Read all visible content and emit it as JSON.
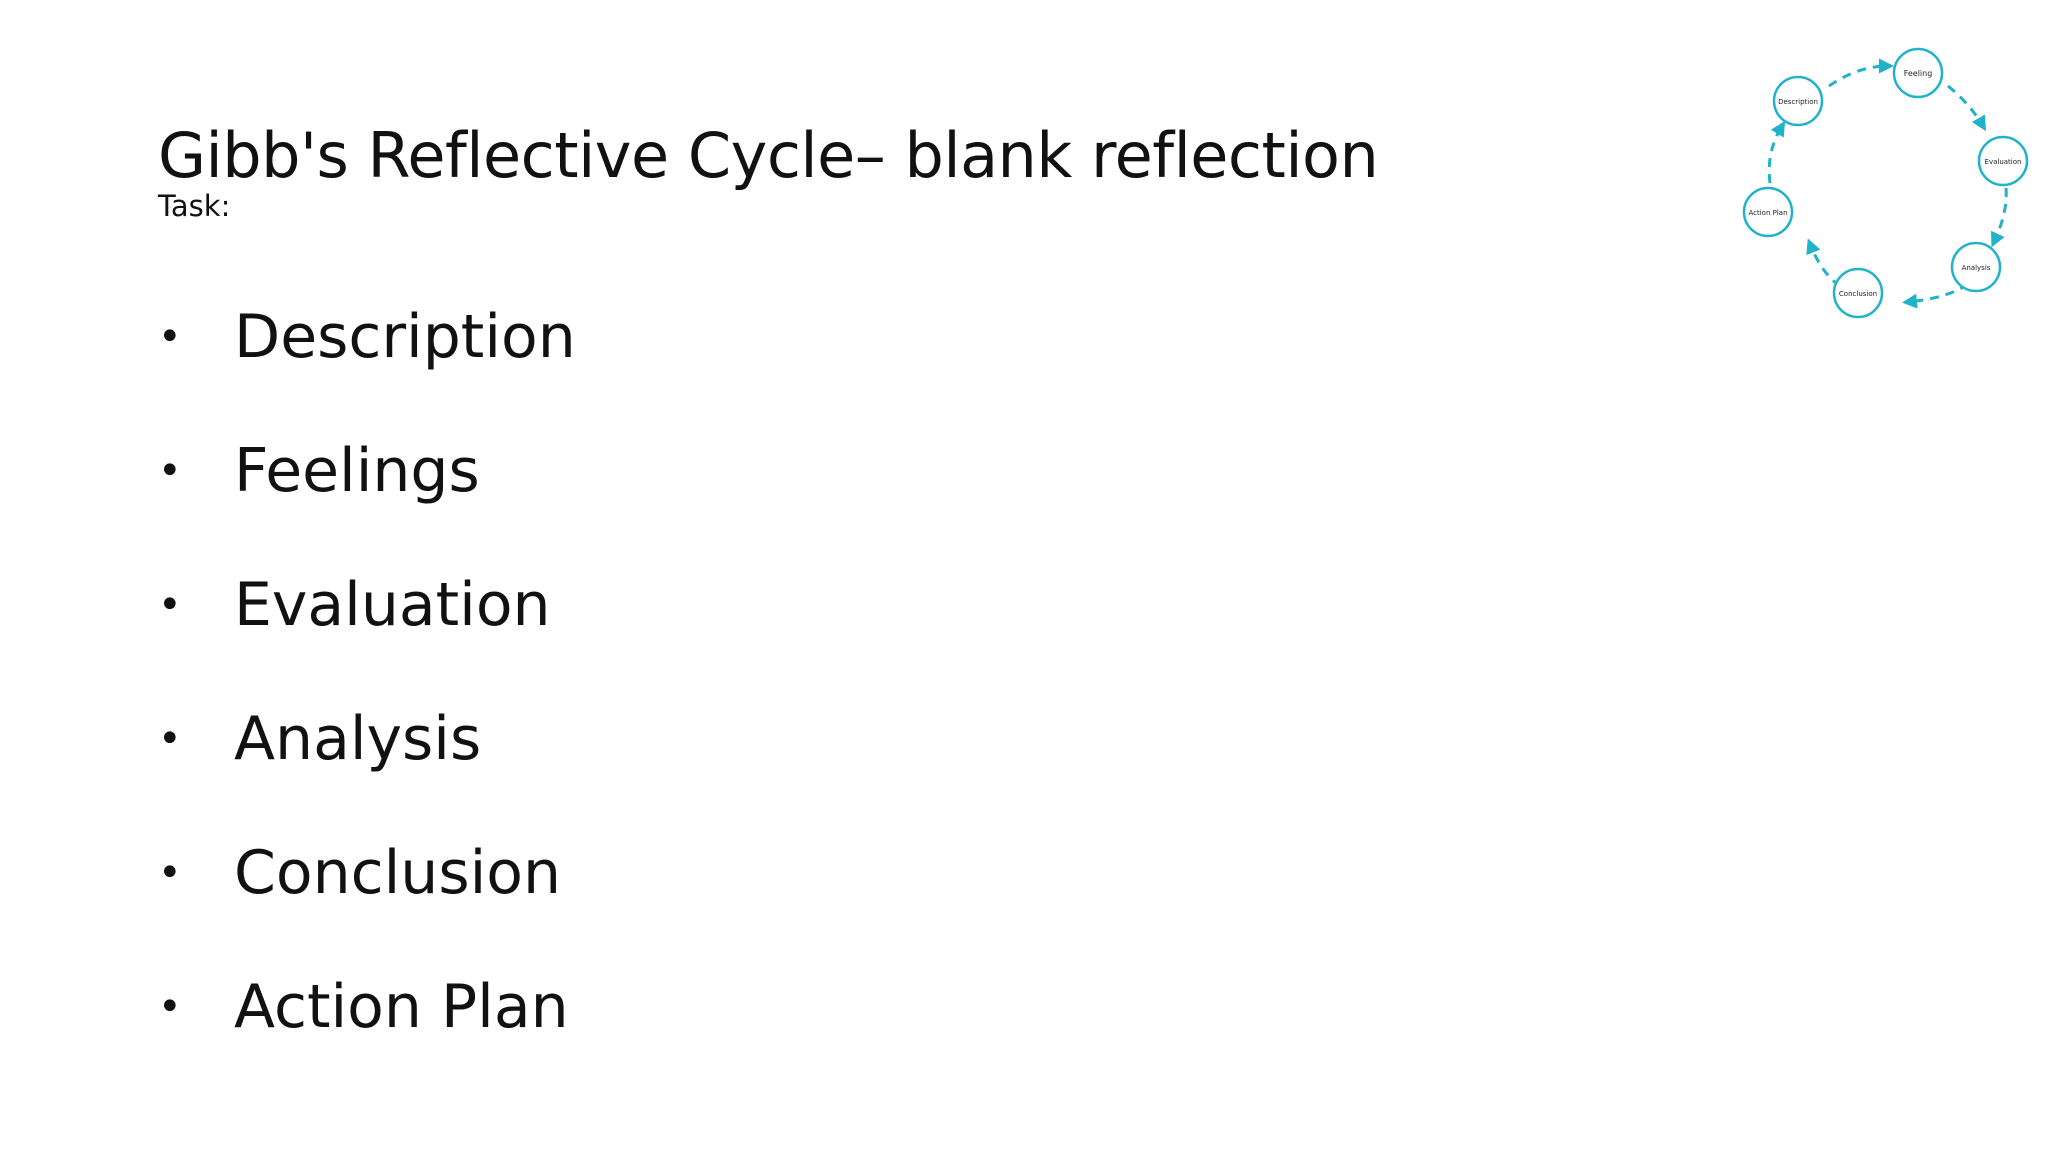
{
  "slide": {
    "title": "Gibb's Reflective Cycle– blank reflection",
    "subtitle": "Task:",
    "bullet_symbol": "•",
    "bullets": [
      {
        "label": "Description"
      },
      {
        "label": "Feelings"
      },
      {
        "label": "Evaluation"
      },
      {
        "label": "Analysis"
      },
      {
        "label": "Conclusion"
      },
      {
        "label": "Action Plan"
      }
    ]
  },
  "cycle_diagram": {
    "stroke_color": "#1fb2c9",
    "nodes": [
      {
        "label": "Feeling"
      },
      {
        "label": "Evaluation"
      },
      {
        "label": "Analysis"
      },
      {
        "label": "Conclusion"
      },
      {
        "label": "Action Plan"
      },
      {
        "label": "Description"
      }
    ]
  }
}
